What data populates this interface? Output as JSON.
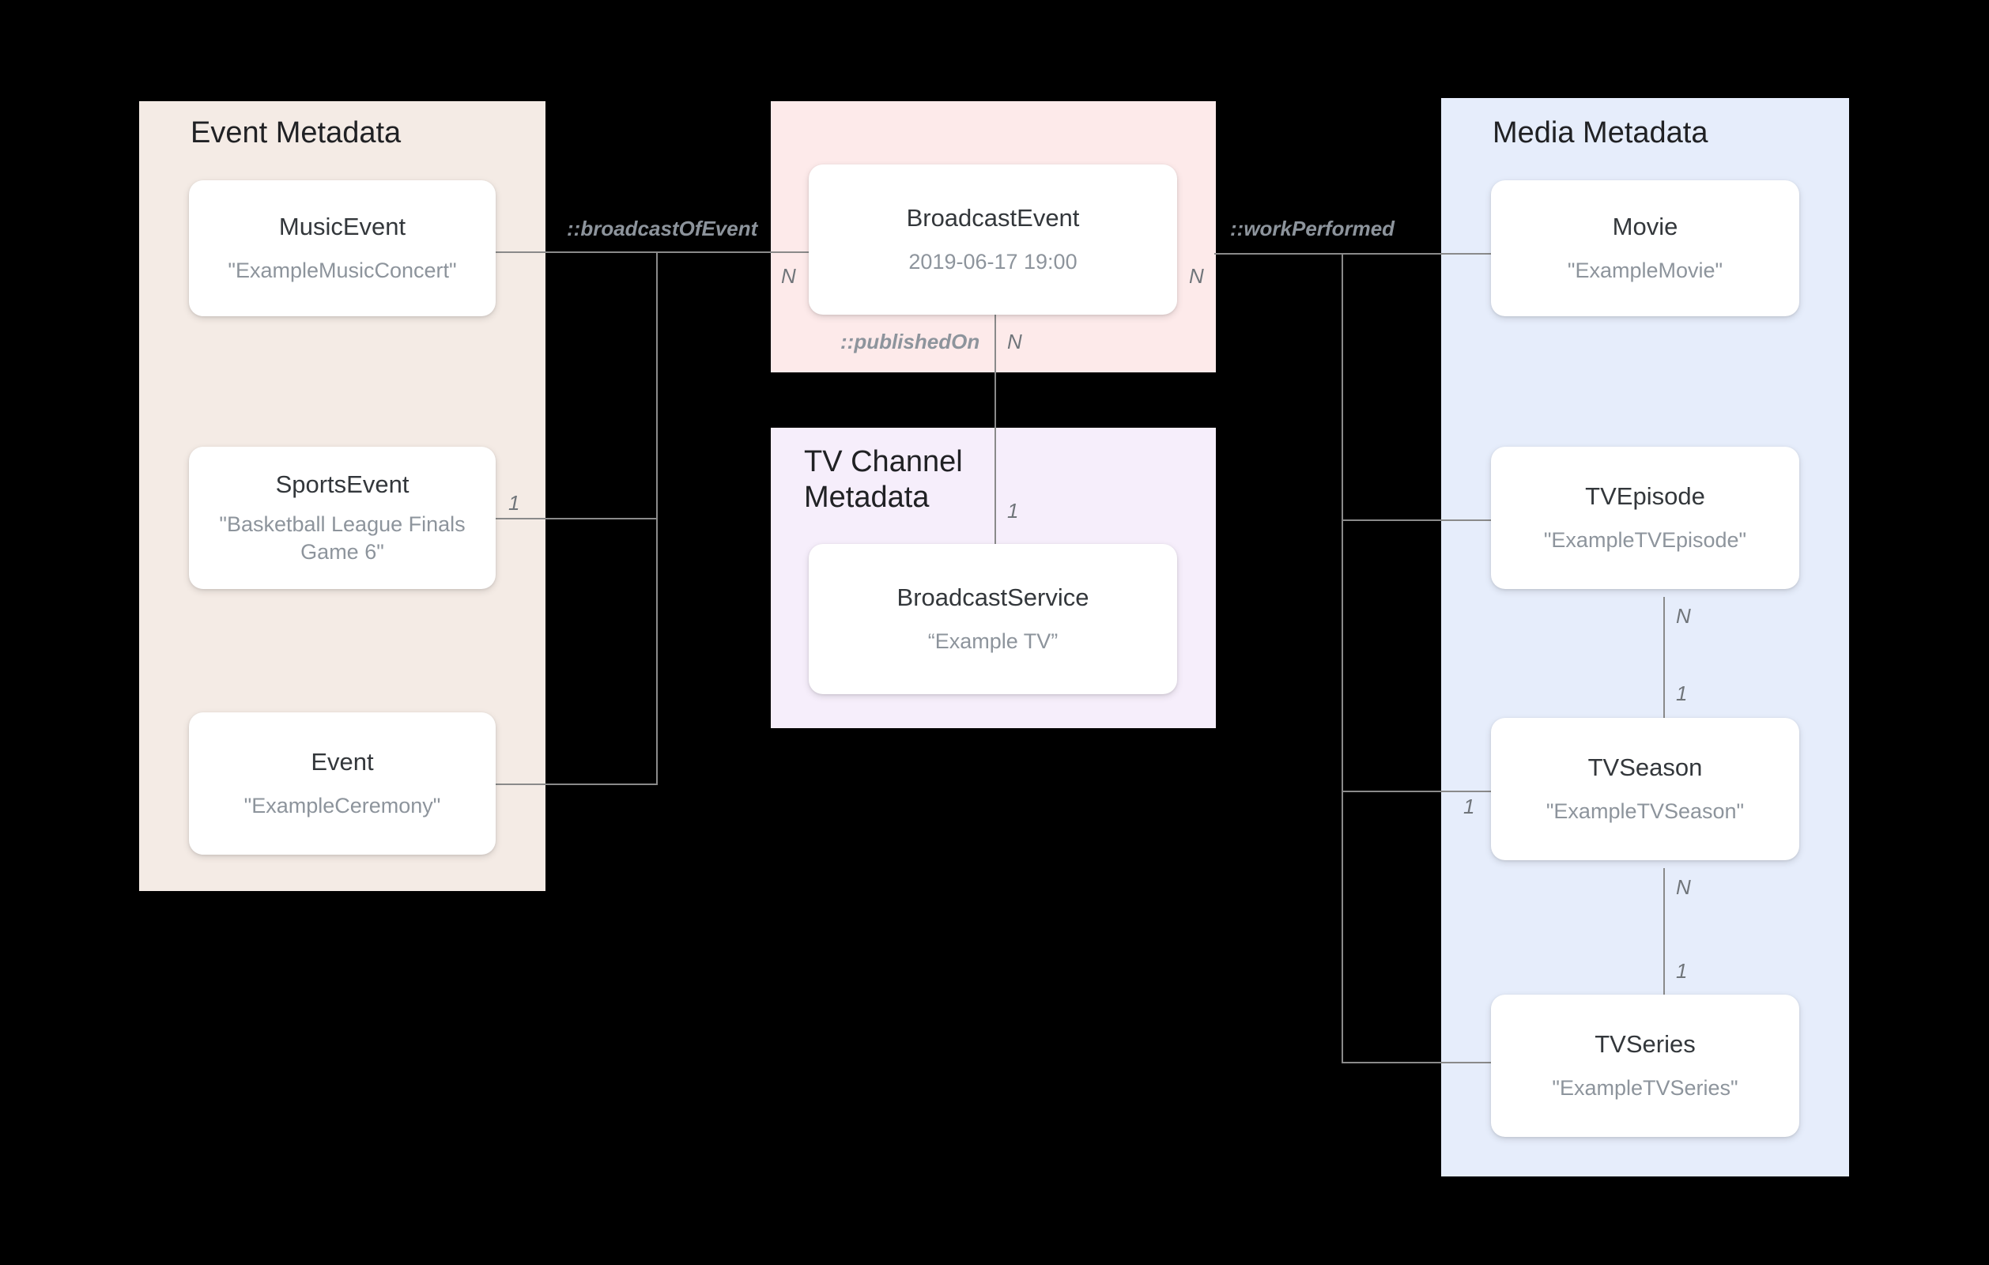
{
  "diagram": {
    "title": "Broadcast schema entity relationship diagram",
    "background": "#000000",
    "groups": [
      {
        "id": "event-metadata",
        "label": "Event Metadata",
        "color": "#f4ebe5"
      },
      {
        "id": "broadcast-event-group",
        "label": "",
        "color": "#fdeaea"
      },
      {
        "id": "tv-channel-metadata",
        "label": "TV Channel\nMetadata",
        "color": "#f6eefb"
      },
      {
        "id": "media-metadata",
        "label": "Media Metadata",
        "color": "#e6edfb"
      }
    ],
    "entities": [
      {
        "id": "music-event",
        "type": "MusicEvent",
        "value": "\"ExampleMusicConcert\""
      },
      {
        "id": "sports-event",
        "type": "SportsEvent",
        "value": "\"Basketball League Finals Game 6\""
      },
      {
        "id": "event",
        "type": "Event",
        "value": "\"ExampleCeremony\""
      },
      {
        "id": "broadcast-event",
        "type": "BroadcastEvent",
        "value": "2019-06-17 19:00"
      },
      {
        "id": "broadcast-service",
        "type": "BroadcastService",
        "value": "“Example TV”"
      },
      {
        "id": "movie",
        "type": "Movie",
        "value": "\"ExampleMovie\""
      },
      {
        "id": "tv-episode",
        "type": "TVEpisode",
        "value": "\"ExampleTVEpisode\""
      },
      {
        "id": "tv-season",
        "type": "TVSeason",
        "value": "\"ExampleTVSeason\""
      },
      {
        "id": "tv-series",
        "type": "TVSeries",
        "value": "\"ExampleTVSeries\""
      }
    ],
    "relationships": [
      {
        "id": "broadcast-of-event",
        "label": "::broadcastOfEvent",
        "from": "broadcast-event",
        "to": "event-metadata",
        "from_cardinality": "N",
        "to_cardinality": "1"
      },
      {
        "id": "published-on",
        "label": "::publishedOn",
        "from": "broadcast-event",
        "to": "broadcast-service",
        "from_cardinality": "N",
        "to_cardinality": "1"
      },
      {
        "id": "work-performed",
        "label": "::workPerformed",
        "from": "broadcast-event",
        "to": "media-metadata",
        "from_cardinality": "N",
        "to_cardinality": "1"
      },
      {
        "id": "episode-season",
        "label": "",
        "from": "tv-episode",
        "to": "tv-season",
        "from_cardinality": "N",
        "to_cardinality": "1"
      },
      {
        "id": "season-series",
        "label": "",
        "from": "tv-season",
        "to": "tv-series",
        "from_cardinality": "N",
        "to_cardinality": "1"
      }
    ],
    "cardinality_markers": {
      "n": "N",
      "one": "1"
    },
    "colors": {
      "edge": "#8a8a8a",
      "card_title": "#33373b",
      "card_value": "#8d949c",
      "group_title": "#202124",
      "relation_label": "#8d949c"
    }
  }
}
